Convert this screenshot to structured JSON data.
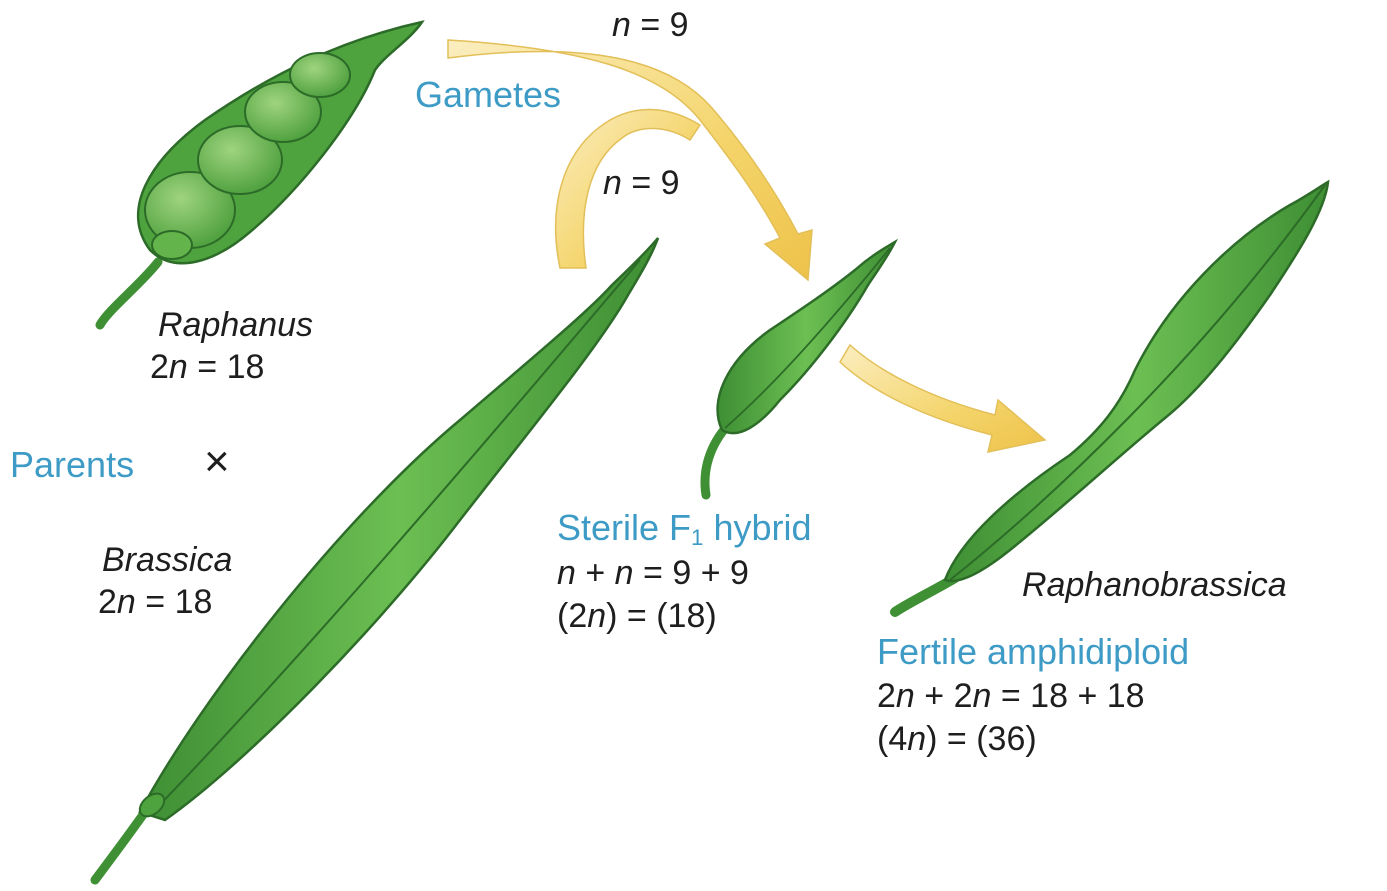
{
  "labels": {
    "gamete_top": {
      "n": "n",
      "rest": " = 9"
    },
    "gametes": "Gametes",
    "gamete_mid": {
      "n": "n",
      "rest": " = 9"
    },
    "raphanus_name": "Raphanus",
    "raphanus_count": {
      "pre": "2",
      "n": "n",
      "rest": " = 18"
    },
    "parents": "Parents",
    "cross_symbol": "×",
    "brassica_name": "Brassica",
    "brassica_count": {
      "pre": "2",
      "n": "n",
      "rest": " = 18"
    },
    "hybrid_title": {
      "pre": "Sterile F",
      "sub": "1",
      "post": " hybrid"
    },
    "hybrid_eq1": {
      "n1": "n",
      "mid": " + ",
      "n2": "n",
      "rest": " = 9 + 9"
    },
    "hybrid_eq2": {
      "pre": "(2",
      "n": "n",
      "rest": ") = (18)"
    },
    "raphanobrassica_name": "Raphanobrassica",
    "amphidiploid_title": "Fertile amphidiploid",
    "amphidiploid_eq1": {
      "pre1": "2",
      "n1": "n",
      "mid": " + 2",
      "n2": "n",
      "rest": " = 18 + 18"
    },
    "amphidiploid_eq2": {
      "pre": "(4",
      "n": "n",
      "rest": ") = (36)"
    }
  },
  "colors": {
    "label_blue": "#3d9bc6",
    "label_dark": "#1e1e1e",
    "arrow_yellow": "#f4d46a",
    "pod_green": "#4fa33f",
    "pod_dark_green": "#2c6b28"
  },
  "icons": [
    "raphanus-pod-icon",
    "brassica-pod-icon",
    "hybrid-pod-icon",
    "raphanobrassica-pod-icon",
    "gamete-arrow-icon",
    "amphidiploid-arrow-icon"
  ]
}
